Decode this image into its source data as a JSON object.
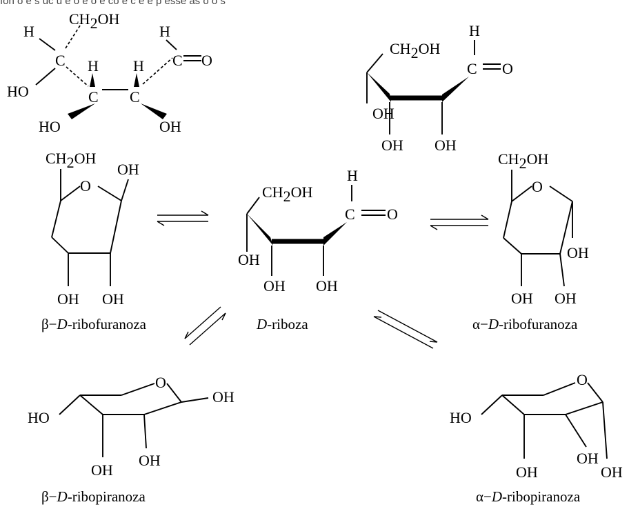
{
  "atoms": {
    "H": "H",
    "C": "C",
    "O": "O",
    "HO": "HO",
    "OH": "OH",
    "CH2OH": {
      "pre": "CH",
      "sub": "2",
      "post": "OH"
    }
  },
  "captions": {
    "beta_furanose": {
      "greek": "β−",
      "D": "D",
      "rest": "-ribofuranoza"
    },
    "d_ribose": {
      "D": "D",
      "rest": "-riboza"
    },
    "alpha_furanose": {
      "greek": "α−",
      "D": "D",
      "rest": "-ribofuranoza"
    },
    "beta_pyranose": {
      "greek": "β−",
      "D": "D",
      "rest": "-ribopiranoza"
    },
    "alpha_pyranose": {
      "greek": "α−",
      "D": "D",
      "rest": "-ribopiranoza"
    }
  },
  "partial_top_text": "ıon o e s uc u e o e o e co e c e e p esse as o o s"
}
